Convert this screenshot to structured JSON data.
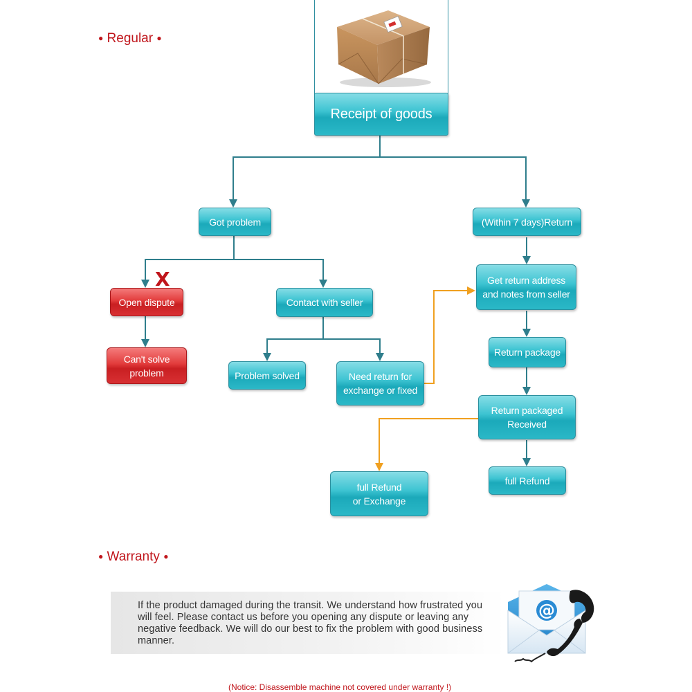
{
  "sections": {
    "regular": "Regular",
    "warranty": "Warranty"
  },
  "title_dot": "●",
  "nodes": {
    "receipt": "Receipt of goods",
    "got_problem": "Got problem",
    "within_7_days": "(Within 7 days)Return",
    "open_dispute": "Open dispute",
    "cant_solve": "Can't solve\nproblem",
    "contact_seller": "Contact with seller",
    "problem_solved": "Problem solved",
    "need_return": "Need return for\nexchange or fixed",
    "get_return_address": "Get return address\nand notes from seller",
    "return_package": "Return package",
    "return_received": "Return packaged\nReceived",
    "full_refund": "full Refund",
    "full_refund_exchange": "full Refund\nor Exchange"
  },
  "x_mark": "X",
  "warranty_text": "If the product damaged during the transit. We understand how frustrated you will feel. Please contact us before you opening any dispute or leaving any negative feedback. We will do our best to fix the problem with good business manner.",
  "notice": "(Notice: Disassemble machine not covered under warranty !)",
  "colors": {
    "teal": "#3ec4d2",
    "red": "#d83033",
    "arrow_dark": "#2f7e8c",
    "arrow_orange": "#f0a020",
    "title_red": "#c0161c"
  },
  "icons": [
    "package-icon",
    "email-icon",
    "phone-icon",
    "x-icon"
  ]
}
